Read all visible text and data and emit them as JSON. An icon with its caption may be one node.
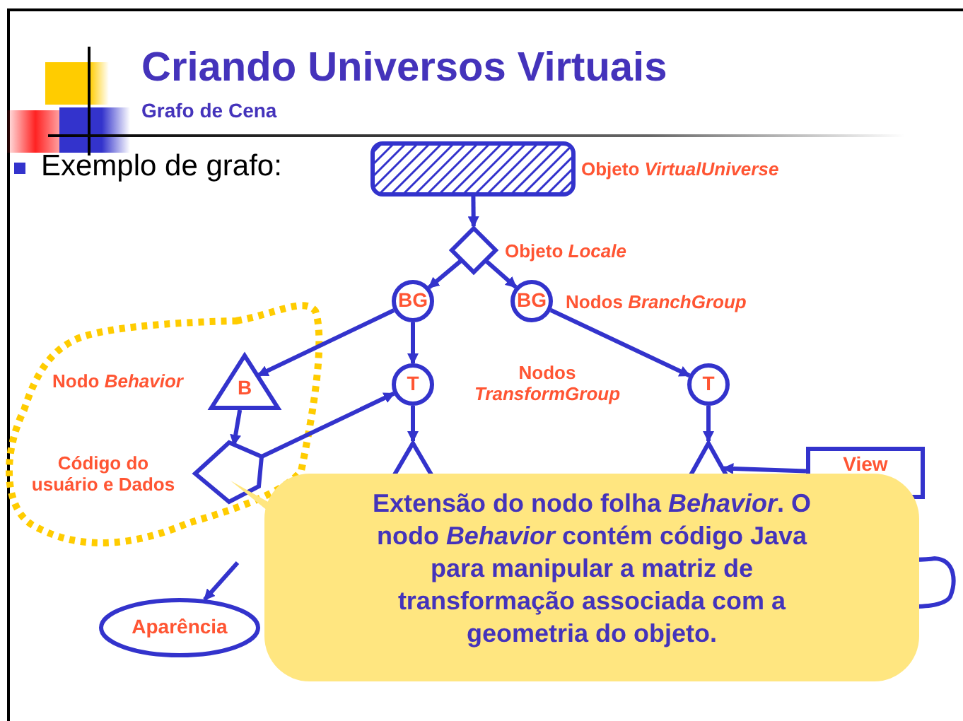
{
  "diagram": {
    "title": "Criando Universos Virtuais",
    "nodes": [
      {
        "text": [],
        "shape": "box",
        "beside": [
          "Objeto *VirtualUniverse*"
        ]
      },
      {
        "text": [],
        "shape": "diamond",
        "beside": [
          "Objeto *Locale*"
        ]
      },
      {
        "text": [
          "BG"
        ]
      },
      {
        "text": [
          "BG"
        ],
        "beside": [
          "Nodos *BranchGroup*"
        ]
      },
      {
        "text": [
          "B"
        ],
        "beside": [
          "Nodo *Behavior*"
        ]
      },
      {
        "text": [
          "T"
        ]
      },
      {
        "text": [
          "T"
        ]
      },
      {
        "text": [],
        "shape": "pentagon",
        "beside": [
          "Código do usuário e Dados"
        ]
      },
      {
        "text": [],
        "shape": "triangle"
      },
      {
        "text": [],
        "shape": "triangle"
      },
      {
        "text": [
          "View"
        ]
      },
      {
        "text": [
          "Aparência"
        ]
      },
      {
        "text": [],
        "shape": "cloud"
      },
      {
        "text": [
          "Extensão do nodo folha *Behavior*. O nodo *Behavior* contém código Java para manipular a matriz de transformação associada com a geometria do objeto."
        ]
      }
    ],
    "edges": [
      {
        "from": 0,
        "to": 1,
        "arrow": "to"
      },
      {
        "from": 1,
        "to": 2,
        "arrow": "to"
      },
      {
        "from": 1,
        "to": 3,
        "arrow": "to"
      },
      {
        "from": 2,
        "to": 4,
        "arrow": "to"
      },
      {
        "from": 2,
        "to": 5,
        "arrow": "to"
      },
      {
        "from": 3,
        "to": 6,
        "arrow": "to"
      },
      {
        "from": 4,
        "to": 7,
        "arrow": "to"
      },
      {
        "from": 7,
        "to": 5,
        "arrow": "to"
      },
      {
        "from": 5,
        "to": 8,
        "arrow": "to"
      },
      {
        "from": 6,
        "to": 9,
        "arrow": "to"
      },
      {
        "from": 10,
        "to": 9,
        "arrow": "to"
      },
      {
        "from": null,
        "to": 11,
        "arrow": "to"
      }
    ],
    "labels": [
      "Grafo de Cena",
      "Exemplo de grafo:",
      "Nodos *TransformGroup*"
    ]
  }
}
